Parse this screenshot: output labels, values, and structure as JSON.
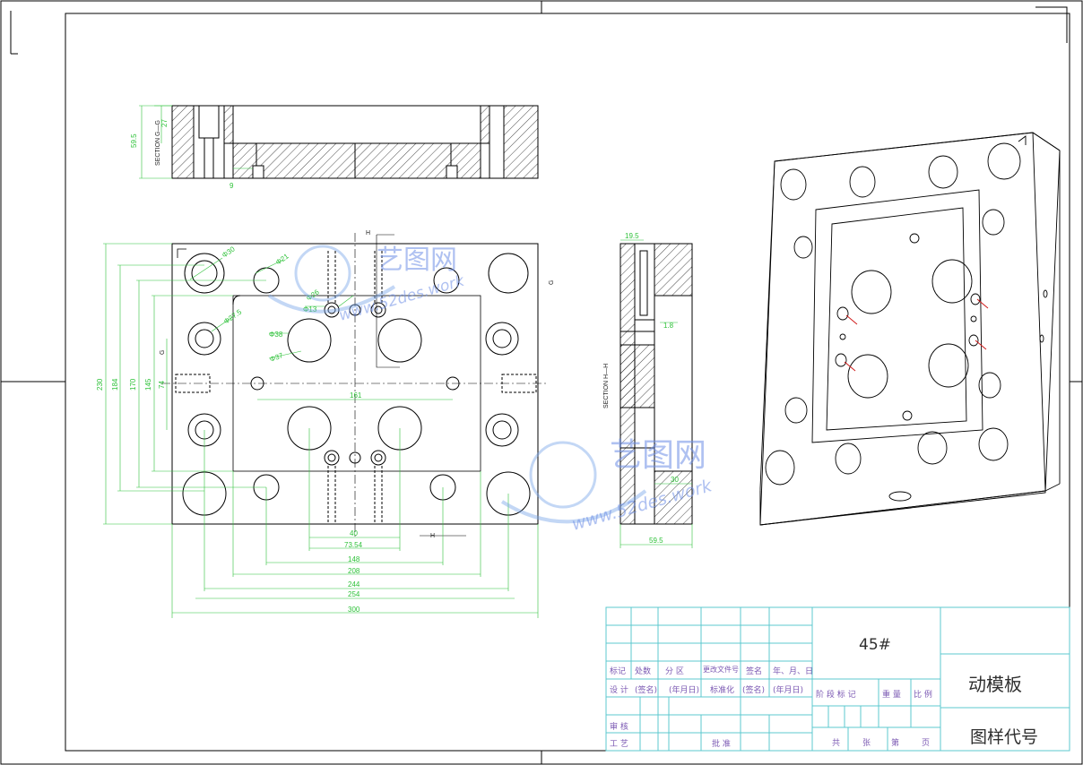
{
  "drawing": {
    "material": "45#",
    "part_name": "动模板",
    "drawing_no_label": "图样代号",
    "section_top_label": "SECTION G—G",
    "section_side_label": "SECTION H—H",
    "cut_h": "H",
    "cut_g": "G"
  },
  "dimensions": {
    "top_section": [
      "59.5",
      "27",
      "9"
    ],
    "plan_vertical": [
      "230",
      "184",
      "170",
      "145",
      "74"
    ],
    "plan_holes": [
      "Φ30",
      "Φ21",
      "Φ27.5",
      "Φ38",
      "Φ37",
      "Φ13",
      "Φ26"
    ],
    "plan_horizontal": [
      "161",
      "40",
      "73.54",
      "148",
      "208",
      "244",
      "254",
      "300"
    ],
    "side_section": [
      "19.5",
      "1.8",
      "30",
      "59.5"
    ]
  },
  "title_block": {
    "row_headers": [
      "标记",
      "处数",
      "分 区",
      "更改文件号",
      "签名",
      "年、月、日"
    ],
    "design_row": [
      "设 计",
      "(签名)",
      "(年月日)",
      "标准化",
      "(签名)",
      "(年月日)"
    ],
    "stage_headers": [
      "阶 段 标 记",
      "重 量",
      "比 例"
    ],
    "review": "审 核",
    "process": "工 艺",
    "approve": "批 准",
    "sheets": [
      "共",
      "张",
      "第",
      "页"
    ]
  },
  "watermark": {
    "brand": "艺图网",
    "url": "www.52des.work"
  },
  "colors": {
    "line": "#000000",
    "dimension": "#2fc23a",
    "table": "#5cc9cf",
    "watermark": "#6f8fe6"
  }
}
